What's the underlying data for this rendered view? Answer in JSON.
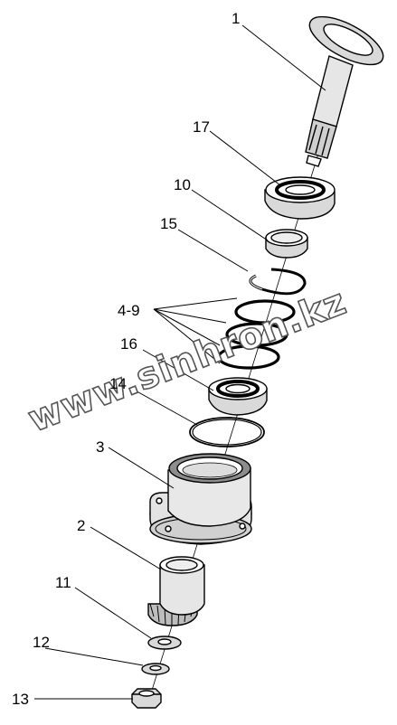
{
  "labels": {
    "p1": "1",
    "p17": "17",
    "p10": "10",
    "p15": "15",
    "p4_9": "4-9",
    "p16": "16",
    "p14": "14",
    "p3": "3",
    "p2": "2",
    "p11": "11",
    "p12": "12",
    "p13": "13"
  },
  "watermark": "www.sinhron.kz",
  "colors": {
    "line": "#000000",
    "shade": "#d9d9d9",
    "dark": "#8c8c8c",
    "background": "#ffffff"
  }
}
